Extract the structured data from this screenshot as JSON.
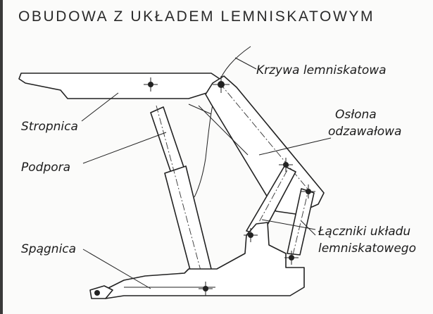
{
  "title": "OBUDOWA Z UKŁADEM LEMNISKATOWYM",
  "labels": {
    "krzywa": "Krzywa lemniskatowa",
    "stropnica": "Stropnica",
    "oslona_line1": "Osłona",
    "oslona_line2": "odzawałowa",
    "podpora": "Podpora",
    "lacznik_line1": "Łączniki układu",
    "lacznik_line2": "lemniskatowego",
    "spagnica": "Spągnica"
  }
}
